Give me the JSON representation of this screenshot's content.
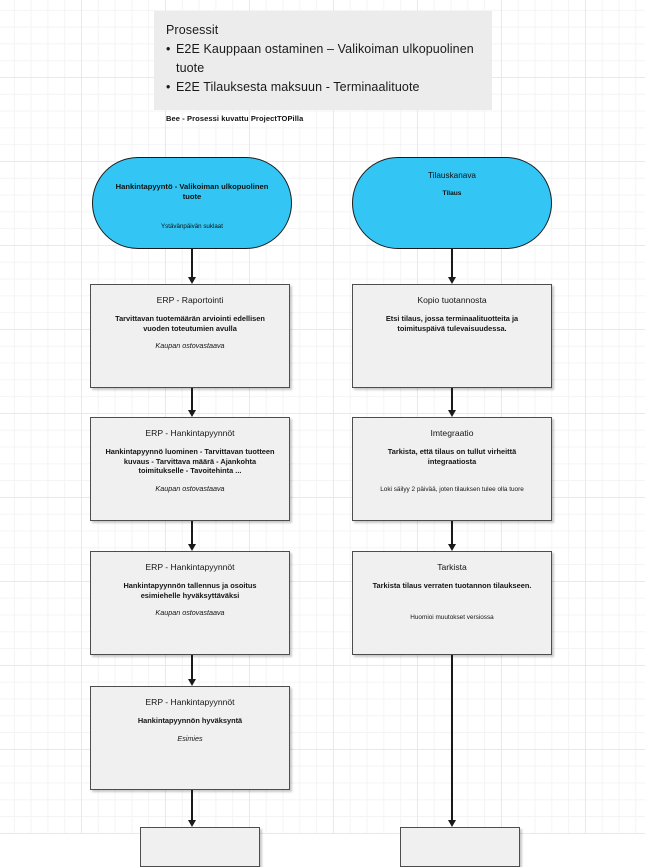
{
  "header": {
    "title": "Prosessit",
    "bullets": [
      "E2E Kauppaan ostaminen – Valikoiman ulkopuolinen tuote",
      "E2E Tilauksesta maksuun - Terminaalituote"
    ],
    "footnote": "Bee - Prosessi kuvattu ProjectTOPilla"
  },
  "colors": {
    "terminator_fill": "#33c6f4",
    "box_fill": "#f0f0f0",
    "box_border": "#4d4d4d",
    "panel_fill": "#ececec",
    "line": "#1a1a1a",
    "grid": "#e9e9e9"
  },
  "left_lane": {
    "start": {
      "title": "Hankintapyyntö - Valikoiman ulkopuolinen tuote",
      "note": "Ystävänpäivän suklaat"
    },
    "steps": [
      {
        "title": "ERP - Raportointi",
        "desc": "Tarvittavan tuotemäärän arviointi edellisen vuoden toteutumien avulla",
        "role": "Kaupan ostovastaava",
        "note": ""
      },
      {
        "title": "ERP - Hankintapyynnöt",
        "desc": "Hankintapyynnö luominen - Tarvittavan tuotteen kuvaus - Tarvittava määrä - Ajankohta toimitukselle - Tavoitehinta ...",
        "role": "Kaupan ostovastaava",
        "note": ""
      },
      {
        "title": "ERP - Hankintapyynnöt",
        "desc": "Hankintapyynnön tallennus ja osoitus esimiehelle hyväksyttäväksi",
        "role": "Kaupan ostovastaava",
        "note": ""
      },
      {
        "title": "ERP - Hankintapyynnöt",
        "desc": "Hankintapyynnön hyväksyntä",
        "role": "Esimies",
        "note": ""
      }
    ]
  },
  "right_lane": {
    "start": {
      "title": "Tilauskanava",
      "subtitle": "Tilaus"
    },
    "steps": [
      {
        "title": "Kopio tuotannosta",
        "desc": "Etsi tilaus, jossa terminaalituotteita ja toimituspäivä tulevaisuudessa.",
        "role": "",
        "note": ""
      },
      {
        "title": "Imtegraatio",
        "desc": "Tarkista, että tilaus on tullut virheittä integraatiosta",
        "role": "",
        "note": "Loki säilyy 2 päivää, joten tilauksen tulee olla tuore"
      },
      {
        "title": "Tarkista",
        "desc": "Tarkista tilaus verraten tuotannon tilaukseen.",
        "role": "",
        "note": "Huomioi muutokset versiossa"
      }
    ]
  }
}
